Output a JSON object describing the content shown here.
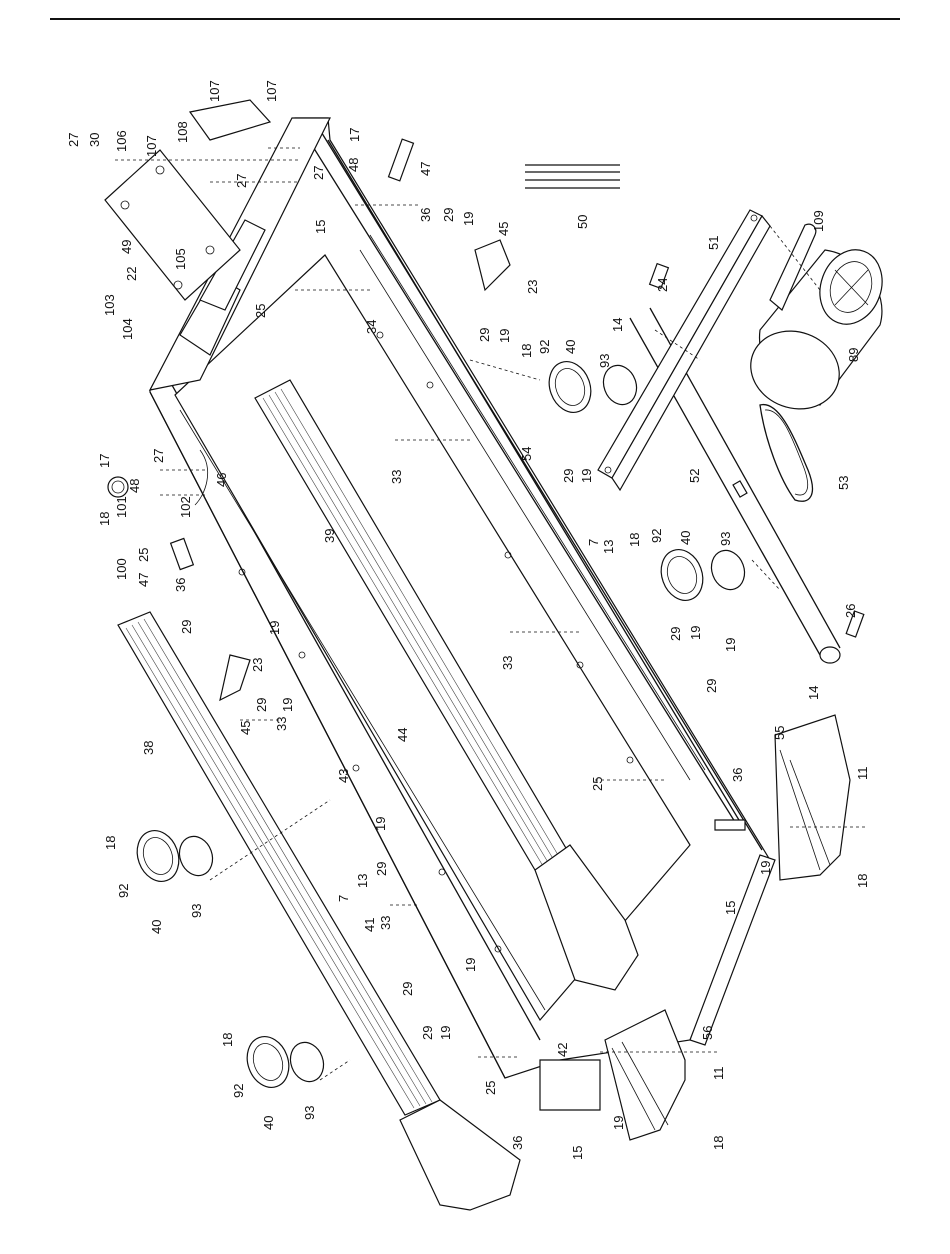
{
  "diagram": {
    "callouts": [
      {
        "id": "c01",
        "label": "107"
      },
      {
        "id": "c02",
        "label": "107"
      },
      {
        "id": "c03",
        "label": "108"
      },
      {
        "id": "c04",
        "label": "27"
      },
      {
        "id": "c05",
        "label": "30"
      },
      {
        "id": "c06",
        "label": "106"
      },
      {
        "id": "c07",
        "label": "107"
      },
      {
        "id": "c08",
        "label": "17"
      },
      {
        "id": "c09",
        "label": "48"
      },
      {
        "id": "c10",
        "label": "47"
      },
      {
        "id": "c11",
        "label": "27"
      },
      {
        "id": "c12",
        "label": "27"
      },
      {
        "id": "c13",
        "label": "15"
      },
      {
        "id": "c14",
        "label": "36"
      },
      {
        "id": "c15",
        "label": "29"
      },
      {
        "id": "c16",
        "label": "19"
      },
      {
        "id": "c17",
        "label": "45"
      },
      {
        "id": "c18",
        "label": "23"
      },
      {
        "id": "c19",
        "label": "50"
      },
      {
        "id": "c20",
        "label": "49"
      },
      {
        "id": "c21",
        "label": "105"
      },
      {
        "id": "c22",
        "label": "22"
      },
      {
        "id": "c23",
        "label": "103"
      },
      {
        "id": "c24",
        "label": "104"
      },
      {
        "id": "c25",
        "label": "25"
      },
      {
        "id": "c26",
        "label": "34"
      },
      {
        "id": "c27",
        "label": "29"
      },
      {
        "id": "c28",
        "label": "19"
      },
      {
        "id": "c29",
        "label": "18"
      },
      {
        "id": "c30",
        "label": "92"
      },
      {
        "id": "c31",
        "label": "40"
      },
      {
        "id": "c32",
        "label": "93"
      },
      {
        "id": "c33",
        "label": "14"
      },
      {
        "id": "c34",
        "label": "24"
      },
      {
        "id": "c35",
        "label": "51"
      },
      {
        "id": "c36",
        "label": "109"
      },
      {
        "id": "c37",
        "label": "89"
      },
      {
        "id": "c38",
        "label": "54"
      },
      {
        "id": "c39",
        "label": "33"
      },
      {
        "id": "c40",
        "label": "17"
      },
      {
        "id": "c41",
        "label": "48"
      },
      {
        "id": "c42",
        "label": "27"
      },
      {
        "id": "c43",
        "label": "46"
      },
      {
        "id": "c44",
        "label": "101"
      },
      {
        "id": "c45",
        "label": "102"
      },
      {
        "id": "c46",
        "label": "18"
      },
      {
        "id": "c47",
        "label": "100"
      },
      {
        "id": "c48",
        "label": "25"
      },
      {
        "id": "c49",
        "label": "47"
      },
      {
        "id": "c50",
        "label": "36"
      },
      {
        "id": "c51",
        "label": "39"
      },
      {
        "id": "c52",
        "label": "29"
      },
      {
        "id": "c53",
        "label": "19"
      },
      {
        "id": "c54",
        "label": "7"
      },
      {
        "id": "c55",
        "label": "13"
      },
      {
        "id": "c56",
        "label": "18"
      },
      {
        "id": "c57",
        "label": "92"
      },
      {
        "id": "c58",
        "label": "40"
      },
      {
        "id": "c59",
        "label": "93"
      },
      {
        "id": "c60",
        "label": "52"
      },
      {
        "id": "c61",
        "label": "53"
      },
      {
        "id": "c62",
        "label": "29"
      },
      {
        "id": "c63",
        "label": "19"
      },
      {
        "id": "c64",
        "label": "33"
      },
      {
        "id": "c65",
        "label": "19"
      },
      {
        "id": "c66",
        "label": "29"
      },
      {
        "id": "c67",
        "label": "26"
      },
      {
        "id": "c68",
        "label": "14"
      },
      {
        "id": "c69",
        "label": "29"
      },
      {
        "id": "c70",
        "label": "19"
      },
      {
        "id": "c71",
        "label": "23"
      },
      {
        "id": "c72",
        "label": "45"
      },
      {
        "id": "c73",
        "label": "29"
      },
      {
        "id": "c74",
        "label": "19"
      },
      {
        "id": "c75",
        "label": "33"
      },
      {
        "id": "c76",
        "label": "38"
      },
      {
        "id": "c77",
        "label": "44"
      },
      {
        "id": "c78",
        "label": "43"
      },
      {
        "id": "c79",
        "label": "25"
      },
      {
        "id": "c80",
        "label": "36"
      },
      {
        "id": "c81",
        "label": "55"
      },
      {
        "id": "c82",
        "label": "11"
      },
      {
        "id": "c83",
        "label": "18"
      },
      {
        "id": "c84",
        "label": "18"
      },
      {
        "id": "c85",
        "label": "92"
      },
      {
        "id": "c86",
        "label": "40"
      },
      {
        "id": "c87",
        "label": "93"
      },
      {
        "id": "c88",
        "label": "19"
      },
      {
        "id": "c89",
        "label": "29"
      },
      {
        "id": "c90",
        "label": "13"
      },
      {
        "id": "c91",
        "label": "7"
      },
      {
        "id": "c92",
        "label": "33"
      },
      {
        "id": "c93",
        "label": "41"
      },
      {
        "id": "c94",
        "label": "19"
      },
      {
        "id": "c95",
        "label": "29"
      },
      {
        "id": "c96",
        "label": "19"
      },
      {
        "id": "c97",
        "label": "29"
      },
      {
        "id": "c98",
        "label": "15"
      },
      {
        "id": "c99",
        "label": "19"
      },
      {
        "id": "c100",
        "label": "18"
      },
      {
        "id": "c101",
        "label": "92"
      },
      {
        "id": "c102",
        "label": "40"
      },
      {
        "id": "c103",
        "label": "93"
      },
      {
        "id": "c104",
        "label": "25"
      },
      {
        "id": "c105",
        "label": "42"
      },
      {
        "id": "c106",
        "label": "56"
      },
      {
        "id": "c107",
        "label": "11"
      },
      {
        "id": "c108",
        "label": "18"
      },
      {
        "id": "c109",
        "label": "36"
      },
      {
        "id": "c110",
        "label": "15"
      },
      {
        "id": "c111",
        "label": "19"
      }
    ]
  }
}
